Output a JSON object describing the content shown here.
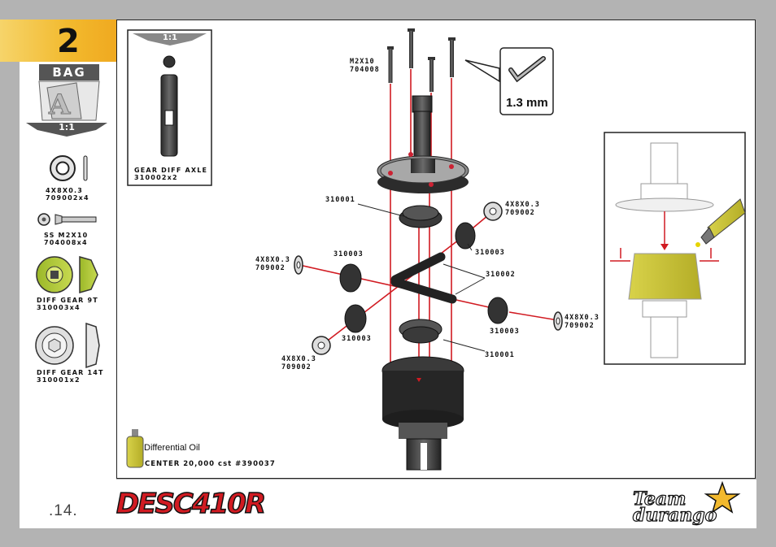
{
  "step": {
    "number": "2"
  },
  "bag": {
    "label": "BAG",
    "letter": "A",
    "scale": "1:1"
  },
  "parts_list": [
    {
      "size": "4X8X0.3",
      "code": "709002x4"
    },
    {
      "size": "SS M2X10",
      "code": "704008x4"
    },
    {
      "size": "DIFF GEAR 9T",
      "code": "310003x4"
    },
    {
      "size": "DIFF GEAR 14T",
      "code": "310001x2"
    }
  ],
  "axle_box": {
    "scale": "1:1",
    "name": "GEAR DIFF AXLE",
    "code": "310002x2"
  },
  "tool": {
    "label": "1.3 mm"
  },
  "callouts": {
    "screw_size": "M2X10",
    "screw_code": "704008",
    "gear14_top": "310001",
    "gear14_bottom": "310001",
    "gear9_right_top": "310003",
    "gear9_left_top": "310003",
    "gear9_left_bottom": "310003",
    "gear9_right_bottom": "310003",
    "axle": "310002",
    "washer_size": "4X8X0.3",
    "washer_code": "709002"
  },
  "oil": {
    "label": "Differential Oil",
    "spec": "CENTER 20,000 cst #390037"
  },
  "footer": {
    "page": ".14.",
    "model_logo": "DESC410R",
    "brand_logo": "Team durango"
  },
  "colors": {
    "accent": "#f2b92d",
    "red_line": "#d11b22",
    "bag_bg": "#555555",
    "oil": "#c9c23a"
  }
}
